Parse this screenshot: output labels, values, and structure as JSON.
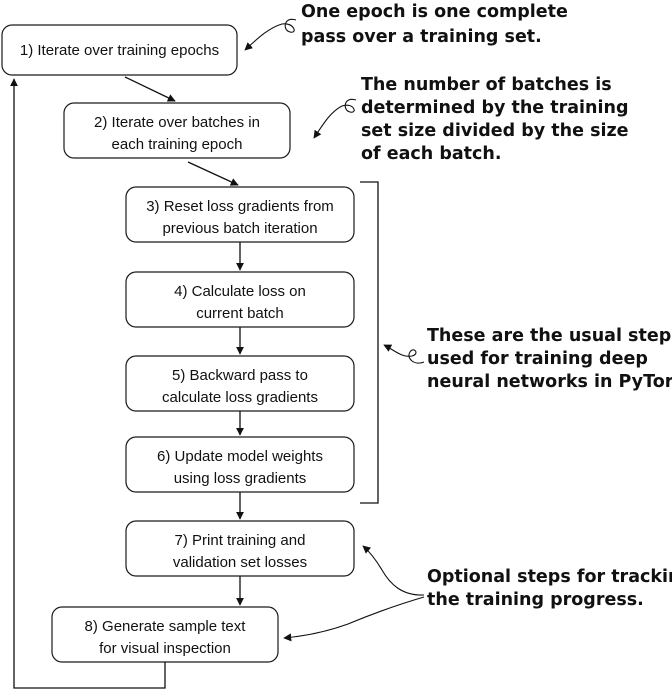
{
  "steps": [
    {
      "lines": [
        "1) Iterate over training epochs"
      ]
    },
    {
      "lines": [
        "2) Iterate over batches in",
        "each training epoch"
      ]
    },
    {
      "lines": [
        "3) Reset loss gradients from",
        "previous batch iteration"
      ]
    },
    {
      "lines": [
        "4) Calculate loss on",
        "current batch"
      ]
    },
    {
      "lines": [
        "5) Backward pass to",
        "calculate loss gradients"
      ]
    },
    {
      "lines": [
        "6) Update model weights",
        "using loss gradients"
      ]
    },
    {
      "lines": [
        "7) Print training and",
        "validation set losses"
      ]
    },
    {
      "lines": [
        "8) Generate sample text",
        "for visual inspection"
      ]
    }
  ],
  "annotations": [
    {
      "lines": [
        "One epoch is one complete",
        "pass over a training set."
      ]
    },
    {
      "lines": [
        "The number of batches is",
        "determined by the training",
        "set size divided by the size",
        "of each batch."
      ]
    },
    {
      "lines": [
        "These are the usual steps",
        "used for training deep",
        "neural networks in PyTorch."
      ]
    },
    {
      "lines": [
        "Optional steps for tracking",
        "the training progress."
      ]
    }
  ]
}
